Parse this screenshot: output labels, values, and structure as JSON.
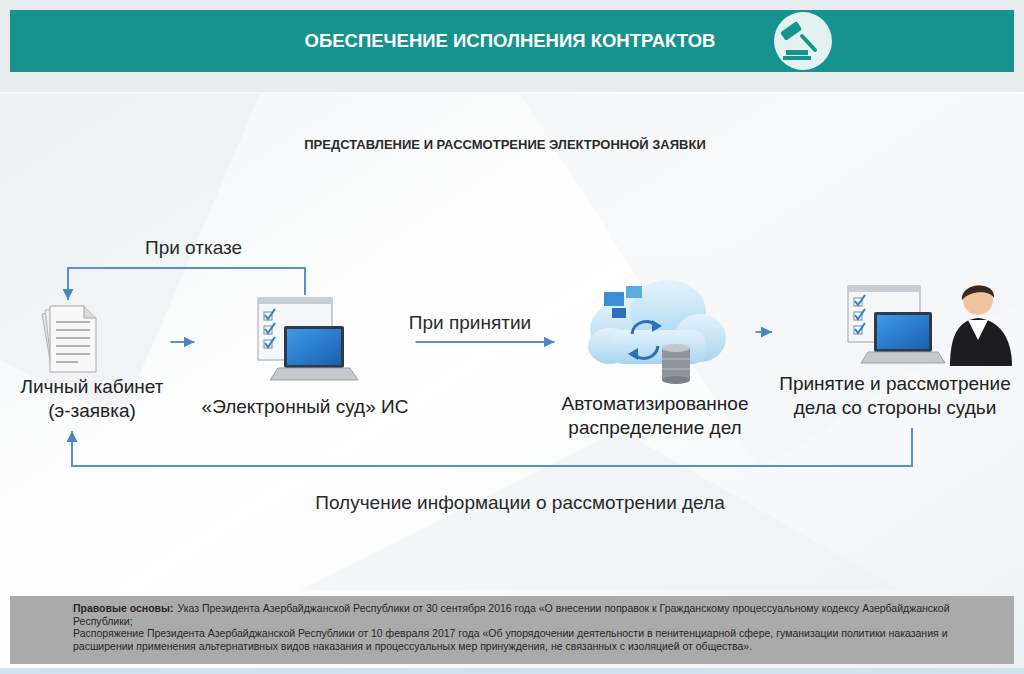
{
  "diagram": {
    "title": "ОБЕСПЕЧЕНИЕ ИСПОЛНЕНИЯ КОНТРАКТОВ",
    "nodes": [
      {
        "text": [
          "Личный кабинет (э-заявка)"
        ]
      },
      {
        "text": [
          "«Электронный суд» ИС"
        ]
      },
      {
        "text": [
          "Автоматизированное распределение дел"
        ]
      },
      {
        "text": [
          "Принятие и рассмотрение дела со стороны судьи"
        ]
      },
      {
        "text": [
          "Правовые основы:",
          "Указ Президента Азербайджанской Республики от 30 сентября 2016 года «О внесении поправок к Гражданскому процессуальному кодексу Азербайджанской Республики;",
          "Распоряжение Президента Азербайджанской Республики от 10 февраля 2017 года «Об упорядочении деятельности в пенитенциарной сфере, гуманизации политики наказания и расширении применения альтернативных видов наказания и процессуальных мер принуждения, не связанных с изоляцией от общества»."
        ]
      }
    ],
    "edges": [
      {
        "from": 0,
        "to": 1,
        "arrow": "to"
      },
      {
        "from": 1,
        "to": 0,
        "label": "При отказе",
        "arrow": "to"
      },
      {
        "from": 1,
        "to": 2,
        "label": "При принятии",
        "arrow": "to"
      },
      {
        "from": 2,
        "to": 3,
        "arrow": "to"
      },
      {
        "from": 3,
        "to": 0,
        "label": "Получение информации о рассмотрении дела",
        "arrow": "to"
      }
    ],
    "labels": [
      "ПРЕДСТАВЛЕНИЕ И РАССМОТРЕНИЕ ЭЛЕКТРОННОЙ ЗАЯВКИ"
    ]
  }
}
